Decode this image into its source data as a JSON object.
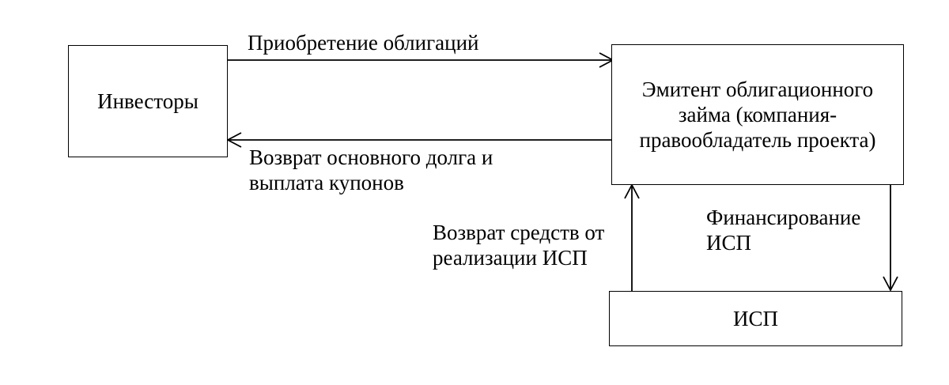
{
  "boxes": {
    "investors": "Инвесторы",
    "issuer": "Эмитент облигационного займа (компания-правообладатель проекта)",
    "isp": "ИСП"
  },
  "arrows": {
    "purchase": "Приобретение облигаций",
    "repayment": "Возврат основного долга и\nвыплата купонов",
    "return_funds": "Возврат средств от\nреализации ИСП",
    "financing": "Финансирование\nИСП"
  }
}
